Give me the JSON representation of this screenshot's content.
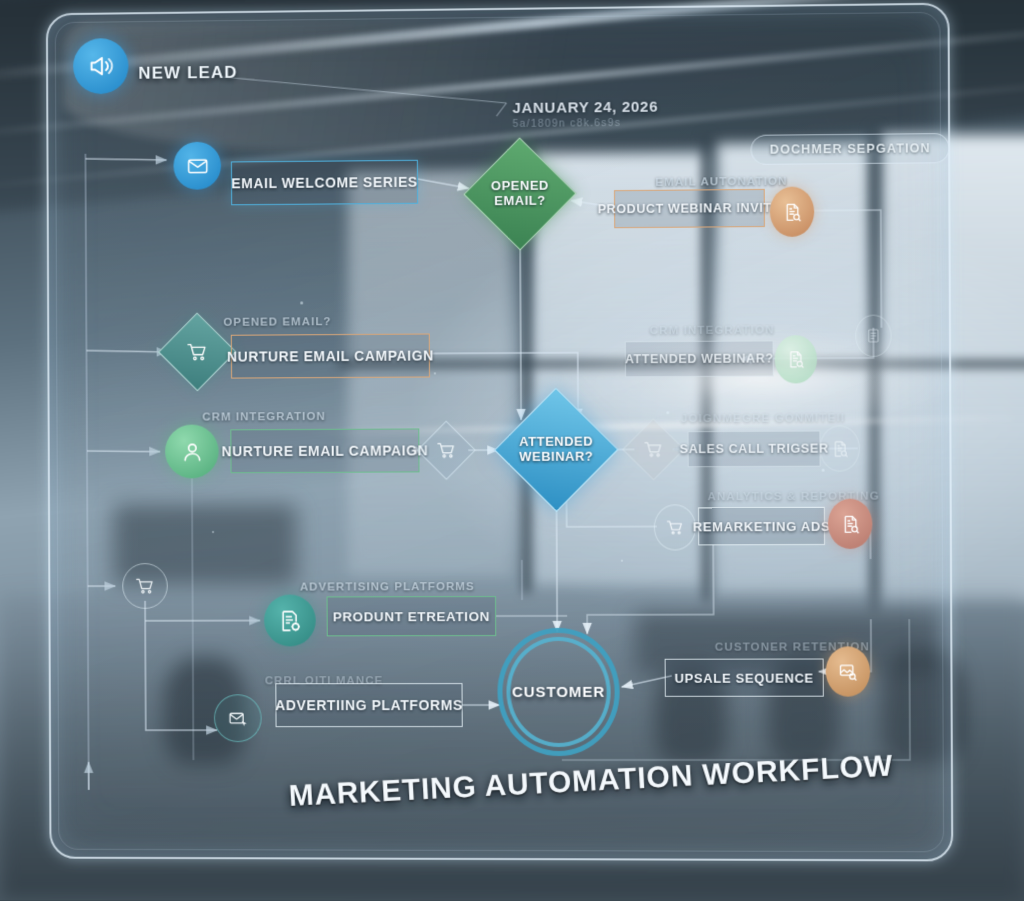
{
  "meta": {
    "title": "MARKETING AUTOMATION WORKFLOW",
    "date": "JANUARY 24, 2026",
    "date_subtitle": "5a/1809n c8k.6s9s",
    "top_badge": "DOCHMER SEPGATION",
    "start_label": "NEW LEAD"
  },
  "colors": {
    "accent_blue": "#2f9bd8",
    "accent_teal": "#3f9fc0",
    "green_diamond": "#4e9a63",
    "blue_diamond": "#3fa6d6",
    "tan": "#d9a678",
    "rose": "#c98a7d",
    "mint": "#6dbd8e",
    "glass_edge": "#e2f0fa"
  },
  "nodes": [
    {
      "id": "email-welcome-series",
      "label": "EMAIL WELCOME SERIES",
      "caption": "",
      "shape": "box",
      "accent": "#4fb0dd"
    },
    {
      "id": "opened-email",
      "label": "OPENED\nEMAIL?",
      "shape": "diamond",
      "accent": "#4e9a63"
    },
    {
      "id": "product-webinar-invite",
      "label": "PRODUCT WEBINAR INVITN",
      "caption": "EMAIL AUTONATION",
      "shape": "box",
      "accent": "#d9a678"
    },
    {
      "id": "nurture-email-campaign-1",
      "label": "NURTURE EMAIL CAMPAIGN",
      "caption": "OPENED EMAIL?",
      "shape": "box",
      "accent": "#d9a678"
    },
    {
      "id": "attended-webinar-box",
      "label": "ATTENDED WEBINAR?",
      "caption": "CRM INTEGRATION",
      "shape": "box",
      "accent": "#dceaf2"
    },
    {
      "id": "nurture-email-campaign-2",
      "label": "NURTURE EMAIL CAMPAIGN",
      "caption": "CRM INTEGRATION",
      "shape": "box",
      "accent": "#6dbd8e"
    },
    {
      "id": "attended-webinar-diamond",
      "label": "ATTENDED\nWEBINAR?",
      "shape": "diamond",
      "accent": "#3fa6d6"
    },
    {
      "id": "sales-call-trigger",
      "label": "SALES CALL TRIGSER",
      "caption": "JOIGNMEGRE GONMITEII",
      "shape": "box",
      "accent": "#dceaf2"
    },
    {
      "id": "remarketing-ads",
      "label": "REMARKETING ADS",
      "caption": "ANALYTICS & REPORTING",
      "shape": "box",
      "accent": "#e3eef5"
    },
    {
      "id": "product-creation",
      "label": "PRODUNT ETREATION",
      "caption": "ADVERTISING PLATFORMS",
      "shape": "box",
      "accent": "#6dbd8e"
    },
    {
      "id": "advertising-platforms",
      "label": "ADVERTIING PLATFORMS",
      "caption": "CRRL OITI MANCE",
      "shape": "box",
      "accent": "#dceaf2"
    },
    {
      "id": "upsale-sequence",
      "label": "UPSALE SEQUENCE",
      "caption": "CUSTONER RETENTION",
      "shape": "box",
      "accent": "#dceaf2"
    },
    {
      "id": "customer",
      "label": "CUSTOMER",
      "shape": "circle",
      "accent": "#3f9fc0"
    }
  ],
  "icons": [
    {
      "id": "megaphone-icon",
      "name": "megaphone-icon",
      "fill": "#2f9bd8"
    },
    {
      "id": "envelope-icon-1",
      "name": "envelope-icon",
      "fill": "#2f9bd8"
    },
    {
      "id": "cart-diamond-icon",
      "name": "shopping-cart-icon",
      "fill": "#4e8d8a"
    },
    {
      "id": "person-icon",
      "name": "person-icon",
      "fill": "#6dbd8e"
    },
    {
      "id": "cart-icon-mid",
      "name": "shopping-cart-icon",
      "fill": "transparent"
    },
    {
      "id": "cart-icon-sales",
      "name": "shopping-cart-icon",
      "fill": "transparent"
    },
    {
      "id": "cart-icon-remarketing",
      "name": "shopping-cart-icon",
      "fill": "transparent"
    },
    {
      "id": "cart-icon-left",
      "name": "shopping-cart-icon",
      "fill": "transparent"
    },
    {
      "id": "doc-search-icon-tan",
      "name": "document-search-icon",
      "fill": "#d9a678"
    },
    {
      "id": "doc-search-icon-mint",
      "name": "document-search-icon",
      "fill": "#bfe2cd"
    },
    {
      "id": "doc-search-icon-rose",
      "name": "document-search-icon",
      "fill": "#c98a7d"
    },
    {
      "id": "doc-gear-icon",
      "name": "document-gear-icon",
      "fill": "#3d9d95"
    },
    {
      "id": "envelope-cursor-icon",
      "name": "envelope-click-icon",
      "fill": "transparent"
    },
    {
      "id": "image-search-icon",
      "name": "image-search-icon",
      "fill": "#d9a678"
    },
    {
      "id": "doc-ghost-icon-1",
      "name": "document-icon",
      "fill": "transparent"
    },
    {
      "id": "doc-ghost-icon-2",
      "name": "document-icon",
      "fill": "transparent"
    },
    {
      "id": "doc-ghost-icon-3",
      "name": "document-icon",
      "fill": "transparent"
    }
  ]
}
